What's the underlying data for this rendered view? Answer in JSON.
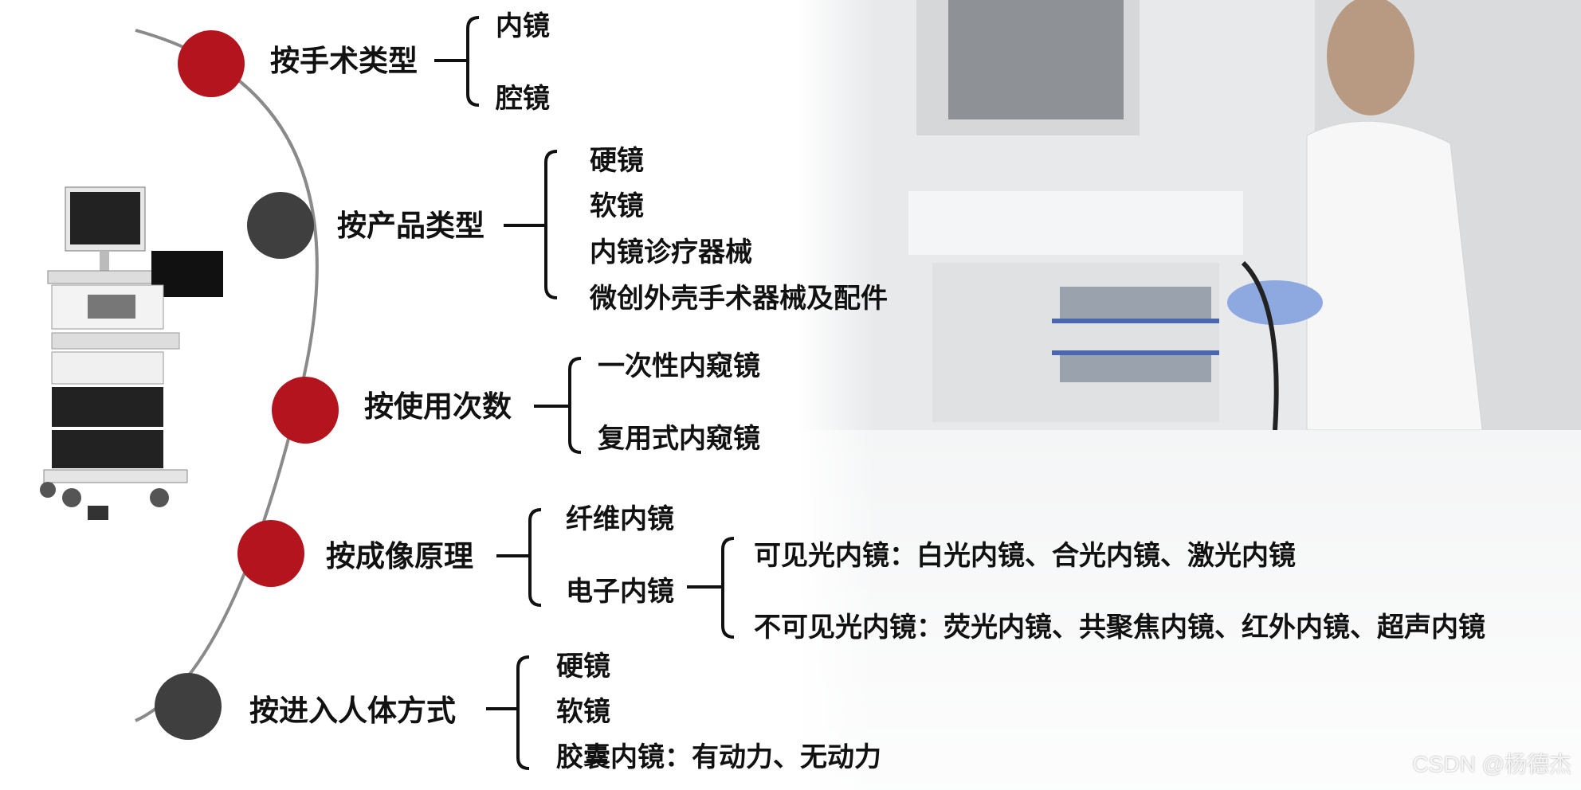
{
  "colors": {
    "red": "#b3141e",
    "dark": "#3f3f3f",
    "arc": "#8a8a8a",
    "bracket": "#111111"
  },
  "categories": [
    {
      "label": "按手术类型",
      "color": "red",
      "items": [
        "内镜",
        "腔镜"
      ]
    },
    {
      "label": "按产品类型",
      "color": "dark",
      "items": [
        "硬镜",
        "软镜",
        "内镜诊疗器械",
        "微创外壳手术器械及配件"
      ]
    },
    {
      "label": "按使用次数",
      "color": "red",
      "items": [
        "一次性内窥镜",
        "复用式内窥镜"
      ]
    },
    {
      "label": "按成像原理",
      "color": "red",
      "items": [
        "纤维内镜",
        "电子内镜"
      ],
      "sub_items": [
        "可见光内镜：白光内镜、合光内镜、激光内镜",
        "不可见光内镜：荧光内镜、共聚焦内镜、红外内镜、超声内镜"
      ]
    },
    {
      "label": "按进入人体方式",
      "color": "dark",
      "items": [
        "硬镜",
        "软镜",
        "胶囊内镜：有动力、无动力"
      ]
    }
  ],
  "watermark": "CSDN @杨德杰",
  "images": {
    "endoscope_cart": "endoscope-cart-illustration",
    "background_photo": "endoscopy-workstation-photo"
  }
}
